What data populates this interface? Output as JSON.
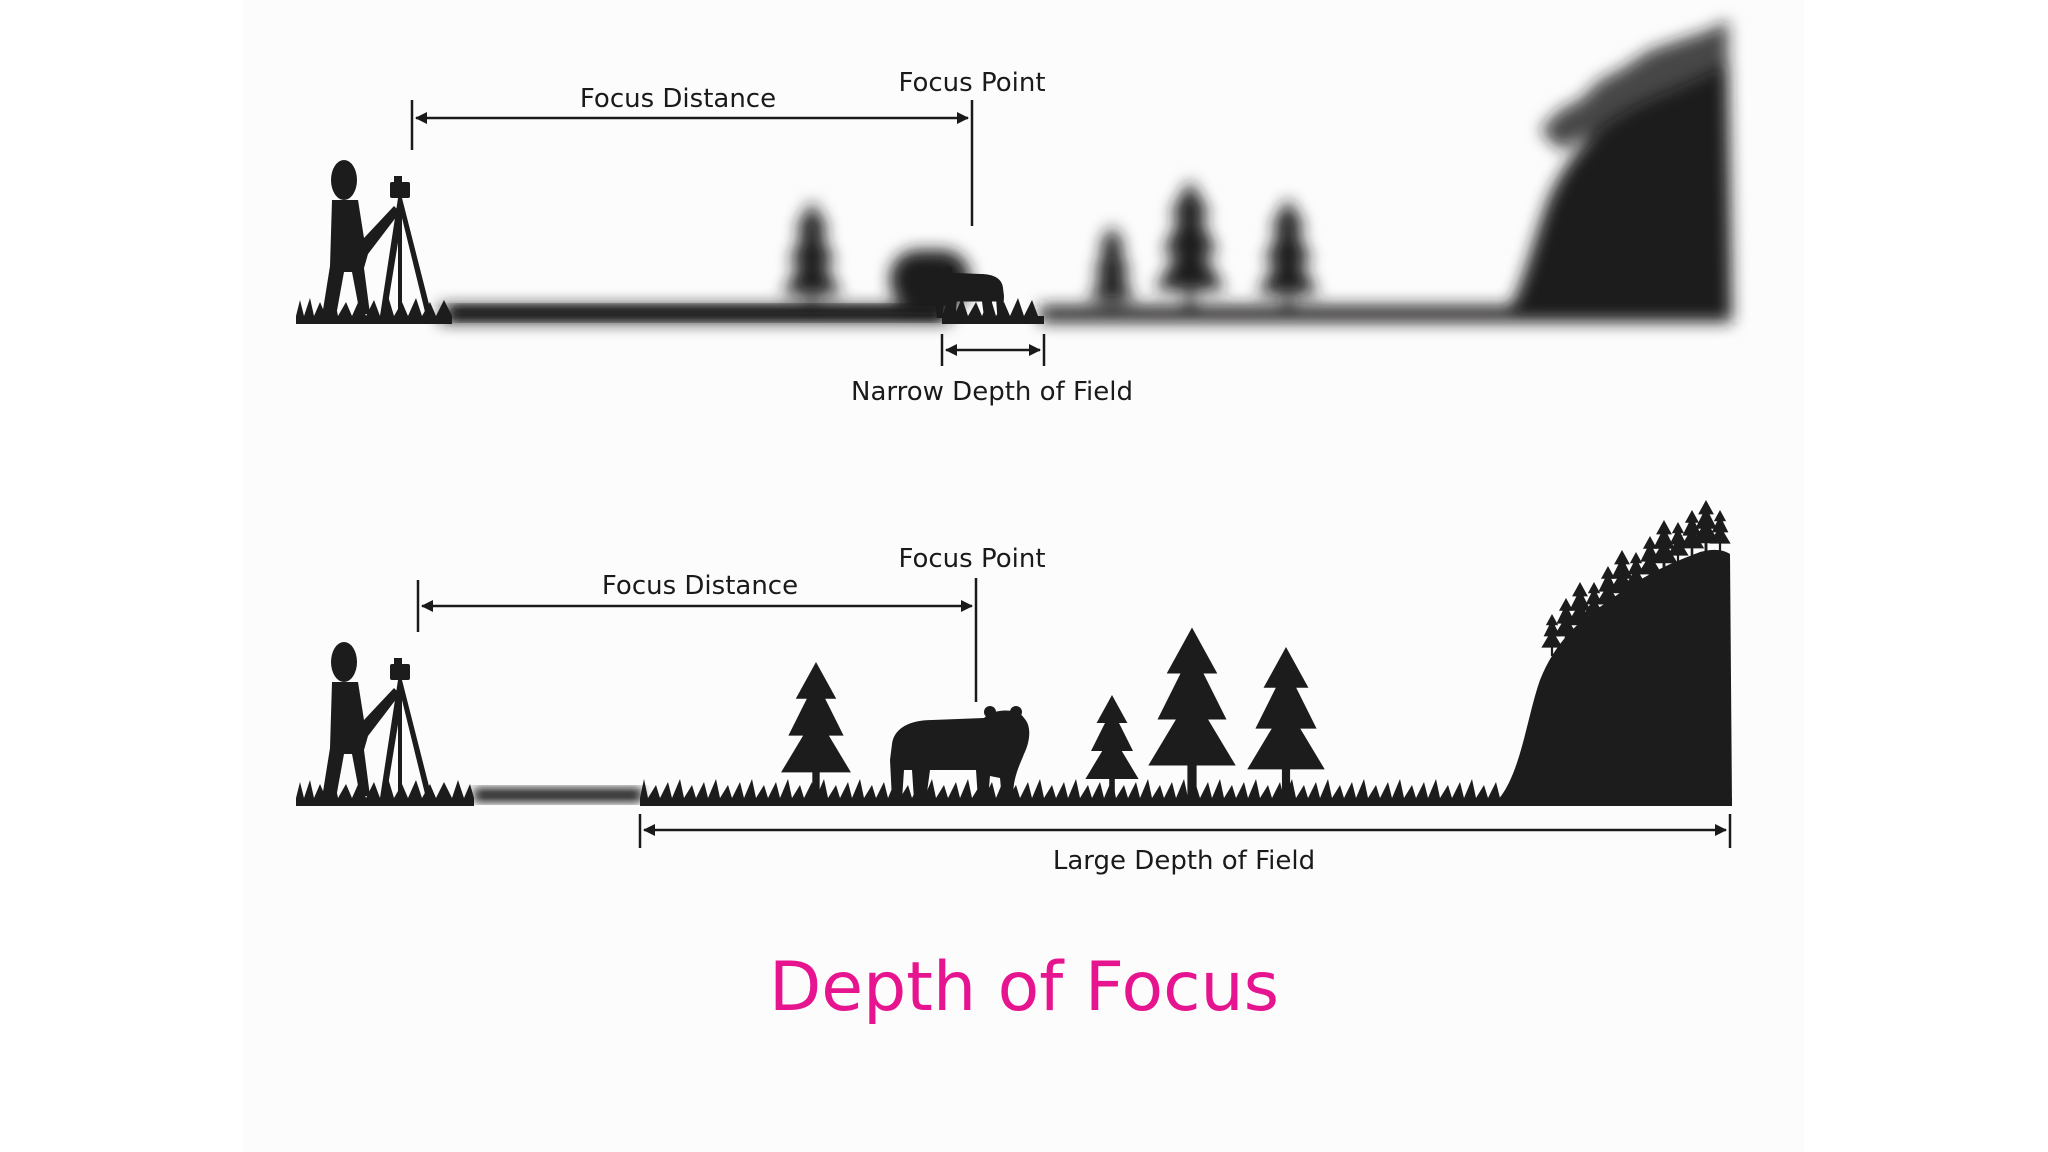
{
  "title": "Depth of Focus",
  "colors": {
    "title": "#e6158f",
    "silhouette": "#1c1c1c",
    "background": "#ffffff",
    "panel": "#fdfcfc"
  },
  "panels": [
    {
      "id": "narrow",
      "focus_distance_label": "Focus Distance",
      "focus_point_label": "Focus Point",
      "depth_of_field_label": "Narrow Depth of Field"
    },
    {
      "id": "large",
      "focus_distance_label": "Focus Distance",
      "focus_point_label": "Focus Point",
      "depth_of_field_label": "Large Depth of Field"
    }
  ]
}
